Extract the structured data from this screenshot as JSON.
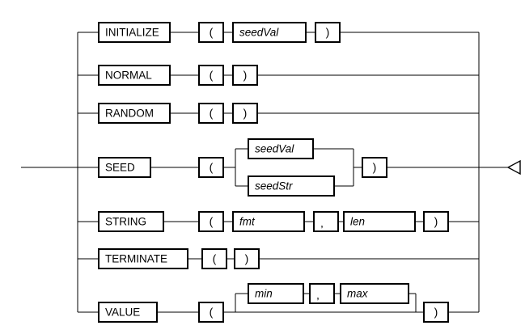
{
  "diagram": {
    "title": "random-function-syntax-diagram",
    "type": "railroad-syntax-diagram",
    "stroke_color": "#000000",
    "background_color": "#ffffff",
    "entry_label": "",
    "exit_marker": "arrowhead-left",
    "rows": [
      {
        "id": "initialize",
        "keyword": "INITIALIZE",
        "open_paren": "(",
        "close_paren": ")",
        "params": [
          "seedVal"
        ]
      },
      {
        "id": "normal",
        "keyword": "NORMAL",
        "open_paren": "(",
        "close_paren": ")",
        "params": []
      },
      {
        "id": "random",
        "keyword": "RANDOM",
        "open_paren": "(",
        "close_paren": ")",
        "params": []
      },
      {
        "id": "seed",
        "keyword": "SEED",
        "open_paren": "(",
        "close_paren": ")",
        "params": [
          "seedVal",
          "seedStr"
        ],
        "param_choice_upper": "seedVal",
        "param_choice_lower": "seedStr"
      },
      {
        "id": "string",
        "keyword": "STRING",
        "open_paren": "(",
        "close_paren": ")",
        "comma": ",",
        "params": [
          "fmt",
          "len"
        ]
      },
      {
        "id": "terminate",
        "keyword": "TERMINATE",
        "open_paren": "(",
        "close_paren": ")",
        "params": []
      },
      {
        "id": "value",
        "keyword": "VALUE",
        "open_paren": "(",
        "close_paren": ")",
        "comma": ",",
        "params": [
          "min",
          "max"
        ],
        "optional_params": true
      }
    ]
  }
}
